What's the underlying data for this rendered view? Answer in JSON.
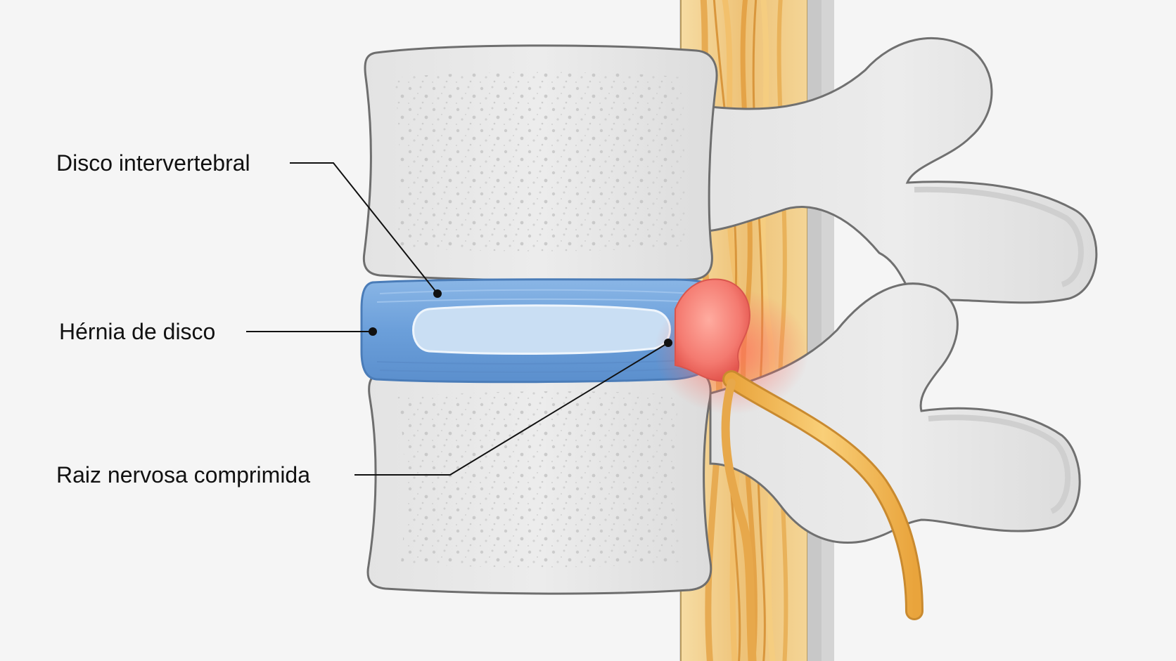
{
  "labels": {
    "intervertebral_disc": "Disco intervertebral",
    "disc_herniation": "Hérnia de disco",
    "compressed_nerve_root": "Raiz nervosa comprimida"
  },
  "colors": {
    "background": "#f5f5f5",
    "bone": "#e6e6e6",
    "bone_outline": "#6e6e6e",
    "disc": "#6fa3dc",
    "nucleus": "#c9def3",
    "herniation": "#f0706a",
    "nerve": "#f3b555",
    "leader_line": "#111111"
  }
}
